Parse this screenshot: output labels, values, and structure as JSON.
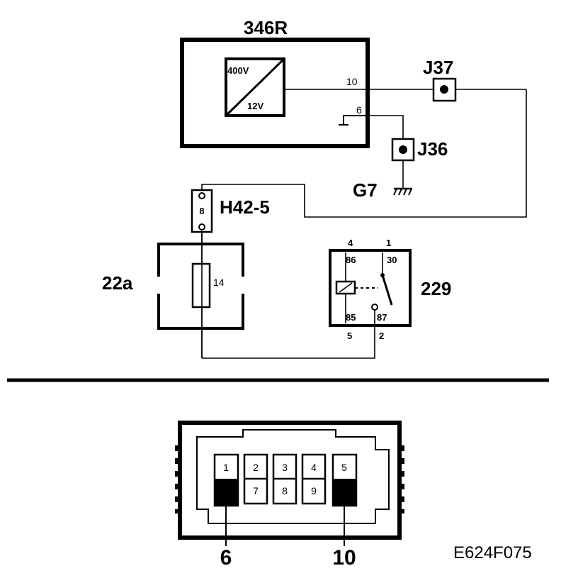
{
  "components": {
    "converter": {
      "id": "346R",
      "v_in": "400V",
      "v_out": "12V",
      "pin_out": "10",
      "pin_gnd": "6"
    },
    "junction_j37": {
      "id": "J37"
    },
    "junction_j36": {
      "id": "J36"
    },
    "ground_g7": {
      "id": "G7"
    },
    "connector_h42": {
      "id": "H42-5",
      "pin": "8"
    },
    "fuse_box": {
      "id": "22a",
      "fuse": "14"
    },
    "relay": {
      "id": "229",
      "pin_top_left": "4",
      "pin_top_right": "1",
      "term_86": "86",
      "term_30": "30",
      "term_85": "85",
      "term_87": "87",
      "pin_bottom_left": "5",
      "pin_bottom_right": "2"
    }
  },
  "connector_view": {
    "top_pins": [
      "1",
      "2",
      "3",
      "4",
      "5"
    ],
    "bottom_pins": [
      "7",
      "8",
      "9"
    ],
    "callout_left": "6",
    "callout_right": "10"
  },
  "figure_code": "E624F075"
}
